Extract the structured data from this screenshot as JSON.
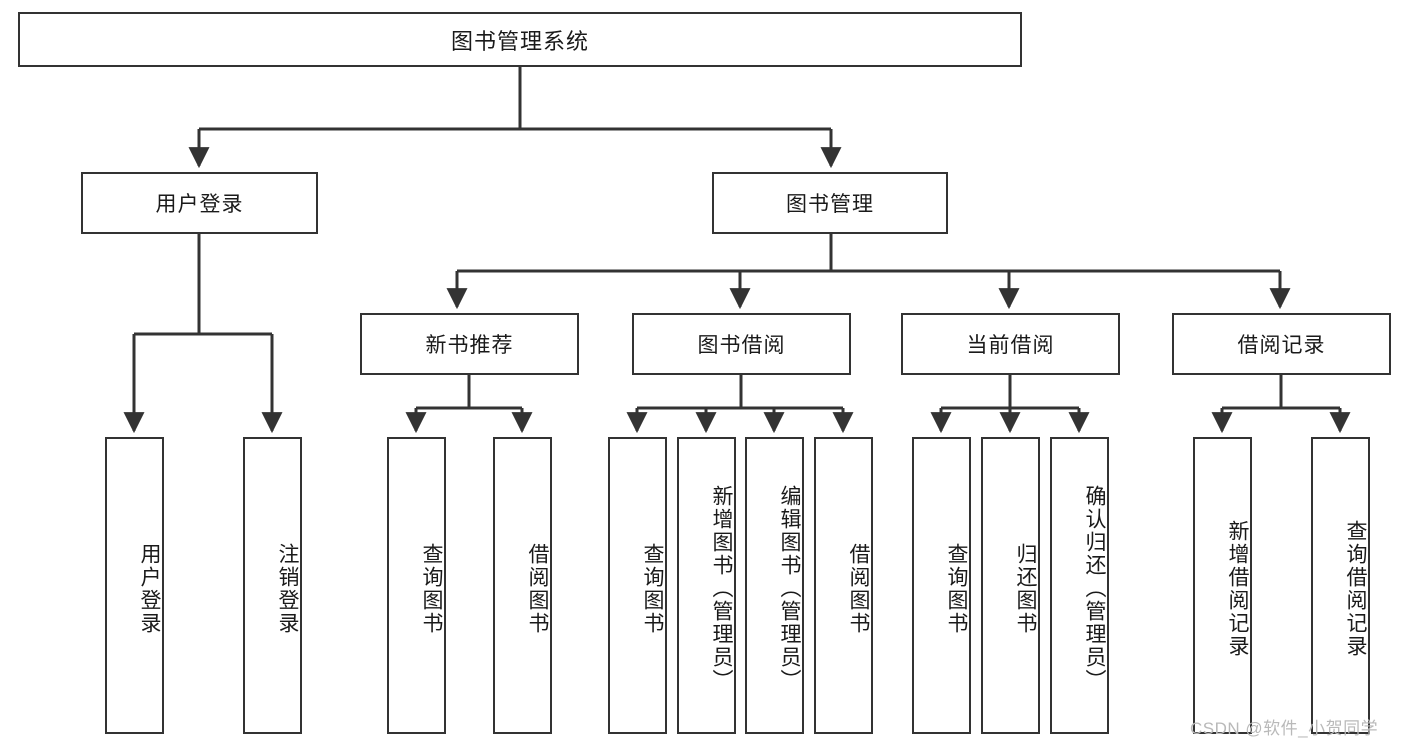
{
  "diagram": {
    "type": "tree-hierarchy",
    "title": "图书管理系统",
    "root": {
      "label": "图书管理系统"
    },
    "level1": [
      {
        "id": "user-login",
        "label": "用户登录"
      },
      {
        "id": "book-management",
        "label": "图书管理"
      }
    ],
    "level2": [
      {
        "id": "new-book-recommend",
        "label": "新书推荐",
        "parent": "book-management"
      },
      {
        "id": "book-borrow",
        "label": "图书借阅",
        "parent": "book-management"
      },
      {
        "id": "current-borrow",
        "label": "当前借阅",
        "parent": "book-management"
      },
      {
        "id": "borrow-record",
        "label": "借阅记录",
        "parent": "book-management"
      }
    ],
    "leaves": [
      {
        "id": "leaf-user-login",
        "label": "用户登录",
        "parent": "user-login"
      },
      {
        "id": "leaf-logout-login",
        "label": "注销登录",
        "parent": "user-login"
      },
      {
        "id": "leaf-query-book-1",
        "label": "查询图书",
        "parent": "new-book-recommend"
      },
      {
        "id": "leaf-borrow-book-1",
        "label": "借阅图书",
        "parent": "new-book-recommend"
      },
      {
        "id": "leaf-query-book-2",
        "label": "查询图书",
        "parent": "book-borrow"
      },
      {
        "id": "leaf-add-book",
        "label": "新增图书（管理员）",
        "parent": "book-borrow"
      },
      {
        "id": "leaf-edit-book",
        "label": "编辑图书（管理员）",
        "parent": "book-borrow"
      },
      {
        "id": "leaf-borrow-book-2",
        "label": "借阅图书",
        "parent": "book-borrow"
      },
      {
        "id": "leaf-query-book-3",
        "label": "查询图书",
        "parent": "current-borrow"
      },
      {
        "id": "leaf-return-book",
        "label": "归还图书",
        "parent": "current-borrow"
      },
      {
        "id": "leaf-confirm-return",
        "label": "确认归还（管理员）",
        "parent": "current-borrow"
      },
      {
        "id": "leaf-add-record",
        "label": "新增借阅记录",
        "parent": "borrow-record"
      },
      {
        "id": "leaf-query-record",
        "label": "查询借阅记录",
        "parent": "borrow-record"
      }
    ],
    "colors": {
      "stroke": "#333333",
      "fill": "#ffffff",
      "text": "#1a1a1a",
      "watermark": "#b9b9b9"
    }
  },
  "watermark": {
    "text": "CSDN @软件_小贺同学"
  }
}
